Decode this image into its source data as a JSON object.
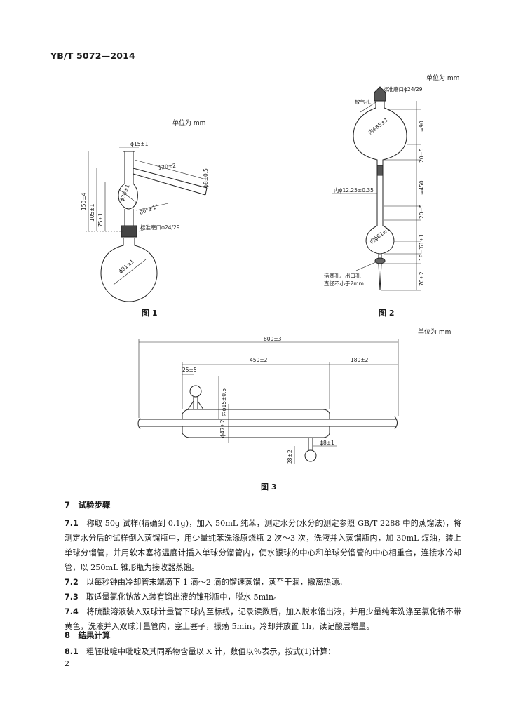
{
  "header": {
    "standard_no": "YB/T 5072—2014"
  },
  "figure1": {
    "unit": "单位为 mm",
    "caption": "图 1",
    "dims": {
      "top_dia": "ϕ15±1",
      "arm_len": "120±2",
      "arm_dia": "ϕ8±0.5",
      "bulb_dia": "ϕ30±1",
      "angle": "80°±1°",
      "h1": "150±4",
      "h2": "105±1",
      "h3": "75±1",
      "joint": "标准磨口ϕ24/29",
      "flask_dia": "ϕ81±1"
    }
  },
  "figure2": {
    "unit": "单位为 mm",
    "caption": "图 2",
    "dims": {
      "joint": "标准磨口ϕ24/29",
      "vent": "放气孔",
      "upper_dia": "内ϕ85±1",
      "upper_h": "≈90",
      "neck1": "20±5",
      "tube_len": "≈450",
      "tube_dia": "内ϕ12.25±0.35",
      "neck2": "20±5",
      "lower_dia": "内ϕ61±1",
      "lower_h": "61±1",
      "stem_h": "18±1",
      "tip_h": "70±2",
      "note_line1": "活塞孔、出口孔",
      "note_line2": "直径不小于2mm"
    }
  },
  "figure3": {
    "unit": "单位为 mm",
    "caption": "图 3",
    "dims": {
      "total": "800±3",
      "mid": "450±2",
      "right": "180±2",
      "left_bulb": "25±5",
      "inner_dia": "内ϕ15±0.5",
      "outer_dia": "ϕ47±2",
      "bottom_dia": "ϕ8±1",
      "bottom_h": "28±2"
    }
  },
  "section7": {
    "title": "7　试验步骤",
    "items": [
      {
        "num": "7.1",
        "text": "称取 50g 试样(精确到 0.1g)，加入 50mL 纯苯，测定水分(水分的测定参照 GB/T 2288 中的蒸馏法)，将测定水分后的试样倒入蒸馏瓶中，用少量纯苯洗涤原烧瓶 2 次～3 次，洗液并入蒸馏瓶内，加 30mL 煤油，装上单球分馏管，并用软木塞将温度计插入单球分馏管内，使水银球的中心和单球分馏管的中心相重合，连接水冷却管，以 250mL 锥形瓶为接收器蒸馏。"
      },
      {
        "num": "7.2",
        "text": "以每秒钟由冷却管末端滴下 1 滴～2 滴的馏速蒸馏，蒸至干涸，撤离热源。"
      },
      {
        "num": "7.3",
        "text": "取适量氯化钠放入装有馏出液的锥形瓶中，脱水 5min。"
      },
      {
        "num": "7.4",
        "text": "将硫酸溶液装入双球计量管下球内至标线，记录读数后，加入脱水馏出液，并用少量纯苯洗涤至氯化钠不带黄色，洗液并入双球计量管内，塞上塞子，振荡 5min，冷却并放置 1h，读记酸层增量。"
      }
    ]
  },
  "section8": {
    "title": "8　结果计算",
    "items": [
      {
        "num": "8.1",
        "text": "粗轻吡啶中吡啶及其同系物含量以 X 计，数值以％表示，按式(1)计算："
      }
    ]
  },
  "footer": {
    "page_number": "2"
  }
}
